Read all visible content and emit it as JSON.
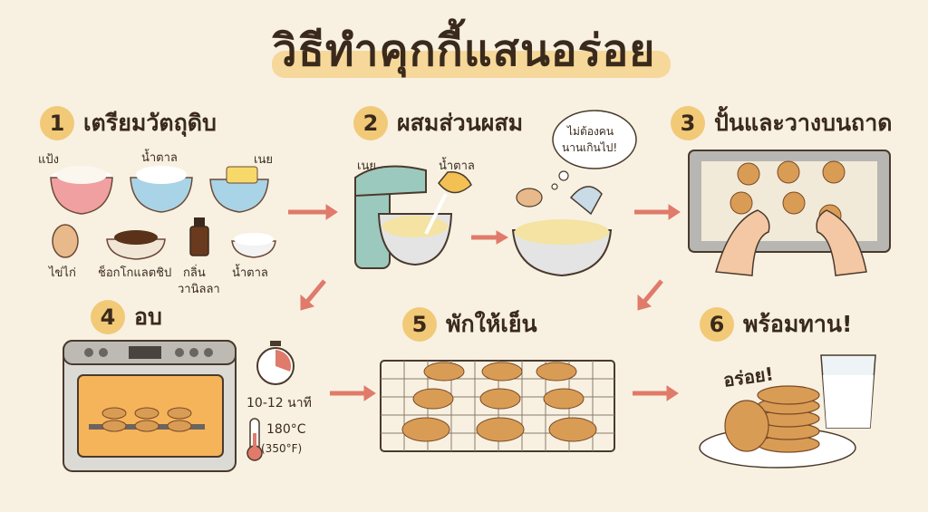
{
  "title": "วิธีทำคุกกี้แสนอร่อย",
  "steps": [
    {
      "number": "1",
      "label": "เตรียมวัตถุดิบ"
    },
    {
      "number": "2",
      "label": "ผสมส่วนผสม"
    },
    {
      "number": "3",
      "label": "ปั้นและวางบนถาด"
    },
    {
      "number": "4",
      "label": "อบ"
    },
    {
      "number": "5",
      "label": "พักให้เย็น"
    },
    {
      "number": "6",
      "label": "พร้อมทาน!"
    }
  ],
  "ingredients": {
    "flour": "แป้ง",
    "sugar": "น้ำตาล",
    "butter": "เนย",
    "egg": "ไข่ไก่",
    "chocolate_chips": "ช็อกโกแลตชิป",
    "vanilla_line1": "กลิ่น",
    "vanilla_line2": "วานิลลา",
    "sugar2": "น้ำตาล"
  },
  "mixing": {
    "butter": "เนย",
    "sugar": "น้ำตาล",
    "bubble_line1": "ไม่ต้องคน",
    "bubble_line2": "นานเกินไป!"
  },
  "baking": {
    "time": "10-12 นาที",
    "temp_c": "180°C",
    "temp_f": "(350°F)"
  },
  "ready": {
    "exclaim": "อร่อย!"
  },
  "colors": {
    "highlight": "#f6d89a",
    "number_badge": "#f2c977",
    "arrow": "#e07a6a",
    "cookie": "#d99c55",
    "chip": "#5a3219"
  }
}
